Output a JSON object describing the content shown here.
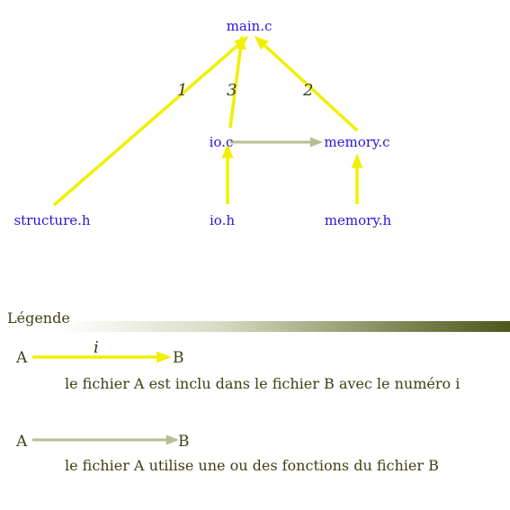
{
  "nodes": {
    "main": "main.c",
    "io_c": "io.c",
    "memory_c": "memory.c",
    "structure_h": "structure.h",
    "io_h": "io.h",
    "memory_h": "memory.h"
  },
  "include_numbers": {
    "structure_to_main": "1",
    "io_to_main": "3",
    "memory_to_main": "2"
  },
  "legend": {
    "title": "Légende",
    "include_example": {
      "from": "A",
      "label": "i",
      "to": "B",
      "description": "le fichier A est inclu dans le fichier B avec  le numéro  i"
    },
    "uses_example": {
      "from": "A",
      "to": "B",
      "description": "le fichier A utilise une ou des fonctions du fichier B"
    }
  },
  "colors": {
    "include_arrow": "#f0f000",
    "uses_arrow": "#b8be92",
    "node_text": "#2a14d8",
    "legend_text": "#3f3f12",
    "legend_bar_dark": "#4d561c"
  }
}
